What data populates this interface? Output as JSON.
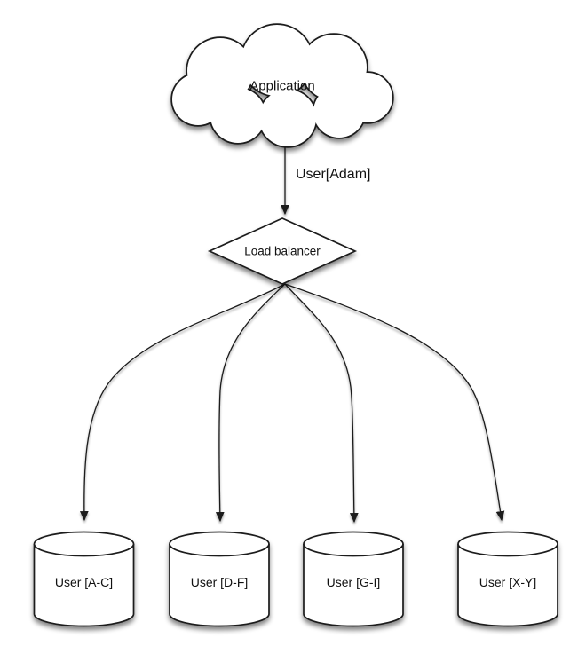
{
  "diagram": {
    "background_color": "#ffffff",
    "shape_fill_color": "#ffffff",
    "shape_stroke_color": "#1a1a1a",
    "nodes": {
      "application": {
        "label": "Application",
        "shape": "cloud"
      },
      "load_balancer": {
        "label": "Load balancer",
        "shape": "diamond"
      },
      "shards": [
        {
          "label": "User [A-C]",
          "shape": "cylinder"
        },
        {
          "label": "User [D-F]",
          "shape": "cylinder"
        },
        {
          "label": "User [G-I]",
          "shape": "cylinder"
        },
        {
          "label": "User [X-Y]",
          "shape": "cylinder"
        }
      ]
    },
    "edges": {
      "app_to_lb": {
        "label": "User[Adam]"
      },
      "lb_to_shards_count": 4
    }
  }
}
